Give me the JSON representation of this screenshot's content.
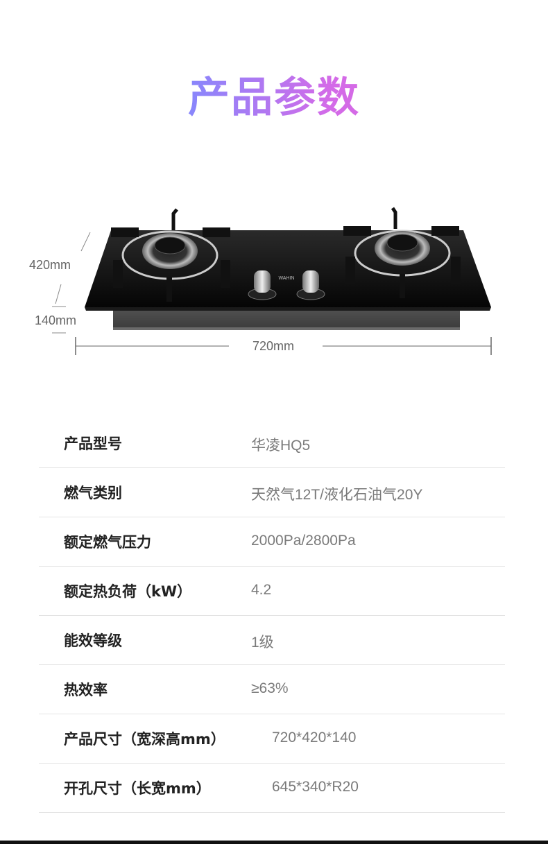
{
  "header": {
    "title": "产品参数"
  },
  "diagram": {
    "depth_label": "420mm",
    "height_label": "140mm",
    "width_label": "720mm",
    "brand_label": "WAHIN"
  },
  "specs": [
    {
      "label": "产品型号",
      "value": "华凌HQ5"
    },
    {
      "label": "燃气类别",
      "value": "天然气12T/液化石油气20Y"
    },
    {
      "label": "额定燃气压力",
      "value": "2000Pa/2800Pa"
    },
    {
      "label": "额定热负荷（kW）",
      "value": "4.2"
    },
    {
      "label": "能效等级",
      "value": "1级"
    },
    {
      "label": "热效率",
      "value": "≥63%"
    },
    {
      "label": "产品尺寸（宽深高mm）",
      "value": "720*420*140"
    },
    {
      "label": "开孔尺寸（长宽mm）",
      "value": "645*340*R20"
    }
  ]
}
